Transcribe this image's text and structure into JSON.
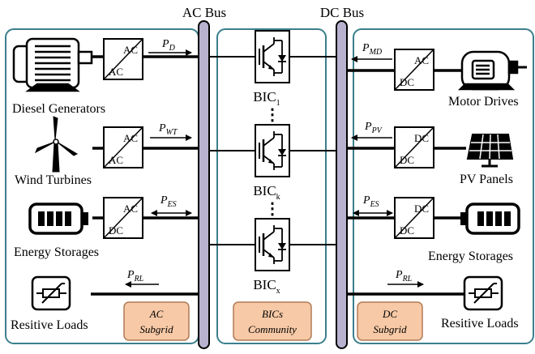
{
  "buses": {
    "ac": "AC Bus",
    "dc": "DC Bus"
  },
  "ac_side": {
    "diesel": {
      "label": "Diesel Generators",
      "conv_top": "AC",
      "conv_bottom": "AC",
      "p": "P",
      "p_sub": "D"
    },
    "wind": {
      "label": "Wind Turbines",
      "conv_top": "AC",
      "conv_bottom": "AC",
      "p": "P",
      "p_sub": "WT"
    },
    "storage": {
      "label": "Energy Storages",
      "conv_top": "AC",
      "conv_bottom": "DC",
      "p": "P",
      "p_sub": "ES"
    },
    "load": {
      "label": "Resitive Loads",
      "p": "P",
      "p_sub": "RL"
    },
    "tag": {
      "line1": "AC",
      "line2": "Subgrid"
    }
  },
  "dc_side": {
    "motor": {
      "label": "Motor Drives",
      "conv_top": "AC",
      "conv_bottom": "DC",
      "p": "P",
      "p_sub": "MD"
    },
    "pv": {
      "label": "PV Panels",
      "conv_top": "DC",
      "conv_bottom": "DC",
      "p": "P",
      "p_sub": "PV"
    },
    "storage": {
      "label": "Energy Storages",
      "conv_top": "DC",
      "conv_bottom": "DC",
      "p": "P",
      "p_sub": "ES"
    },
    "load": {
      "label": "Resitive Loads",
      "p": "P",
      "p_sub": "RL"
    },
    "tag": {
      "line1": "DC",
      "line2": "Subgrid"
    }
  },
  "bics": {
    "items": [
      {
        "base": "BIC",
        "sub": "1"
      },
      {
        "base": "BIC",
        "sub": "k"
      },
      {
        "base": "BIC",
        "sub": "x"
      }
    ],
    "dots": "⋮",
    "tag": {
      "line1": "BICs",
      "line2": "Community"
    }
  },
  "colors": {
    "panel_border": "#3b7f8c",
    "bus_fill": "#b8b2cf",
    "tag_fill": "#f7c9a6",
    "tag_border": "#b07a55"
  }
}
